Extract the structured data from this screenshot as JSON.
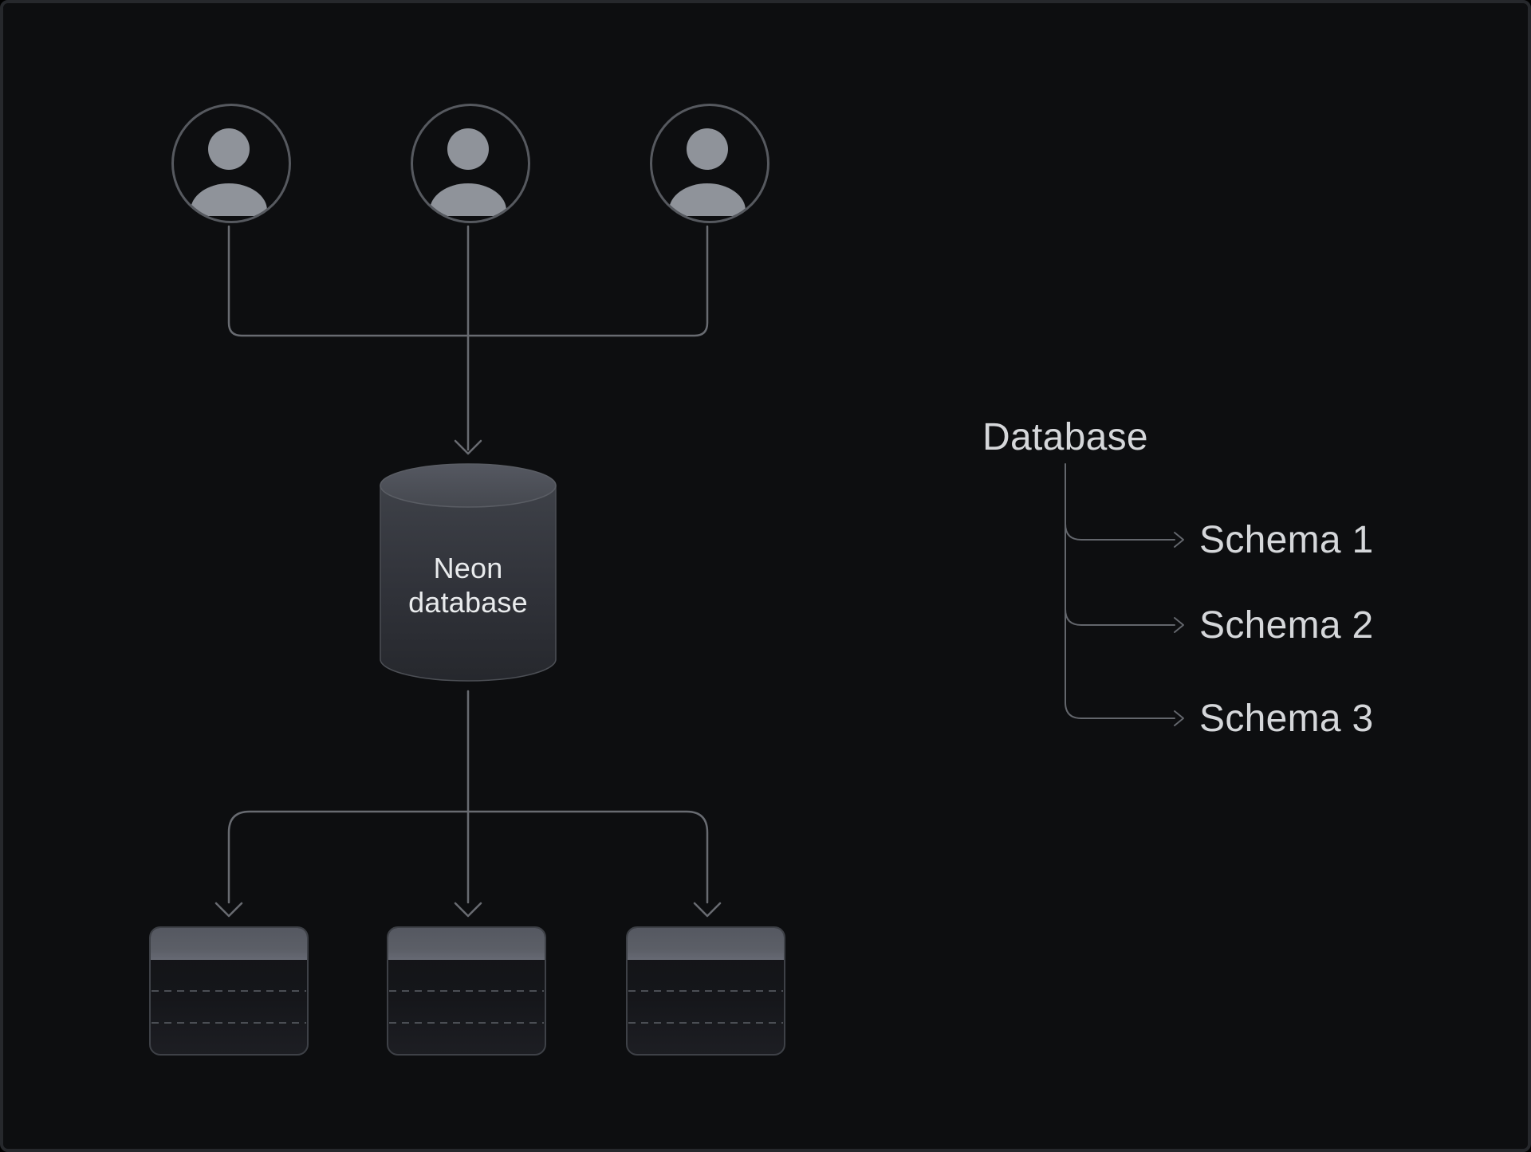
{
  "colors": {
    "background": "#0d0e10",
    "frame_border": "#26282c",
    "connector_line": "#686b71",
    "avatar_silhouette": "#8f939a",
    "avatar_ring": "#56595f",
    "cylinder_body": "#33363c",
    "cylinder_top": "#4e515a",
    "table_header": "#5c5f67",
    "table_body": "#15161a",
    "text_bright": "#e9ebed",
    "text_muted": "#d5d7da"
  },
  "diagram": {
    "users": [
      {
        "icon": "user-avatar-icon"
      },
      {
        "icon": "user-avatar-icon"
      },
      {
        "icon": "user-avatar-icon"
      }
    ],
    "database": {
      "icon": "database-cylinder-icon",
      "label": "Neon database"
    },
    "tables": [
      {
        "icon": "schema-table-icon",
        "rows": 3
      },
      {
        "icon": "schema-table-icon",
        "rows": 3
      },
      {
        "icon": "schema-table-icon",
        "rows": 3
      }
    ]
  },
  "legend": {
    "root_label": "Database",
    "schemas": [
      "Schema 1",
      "Schema 2",
      "Schema 3"
    ]
  }
}
